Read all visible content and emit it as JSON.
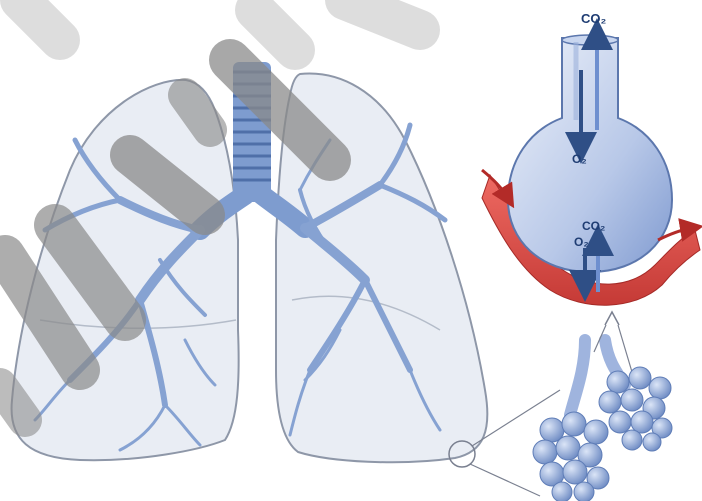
{
  "labels": {
    "co2_top": "CO₂",
    "o2_mid": "O₂",
    "co2_bottom": "CO₂",
    "o2_bottom": "O₂"
  },
  "colors": {
    "lung_fill": "#e9edf4",
    "lung_outline": "#8e97a8",
    "airway_blue": "#7e9ccf",
    "airway_dark": "#4f6fa8",
    "alveolus_blue": "#a9bde3",
    "capillary_red": "#d9433f",
    "arrow_dark": "#2f4f86",
    "arrow_red": "#b32b28",
    "watermark_gray": "#8a8a8a"
  }
}
